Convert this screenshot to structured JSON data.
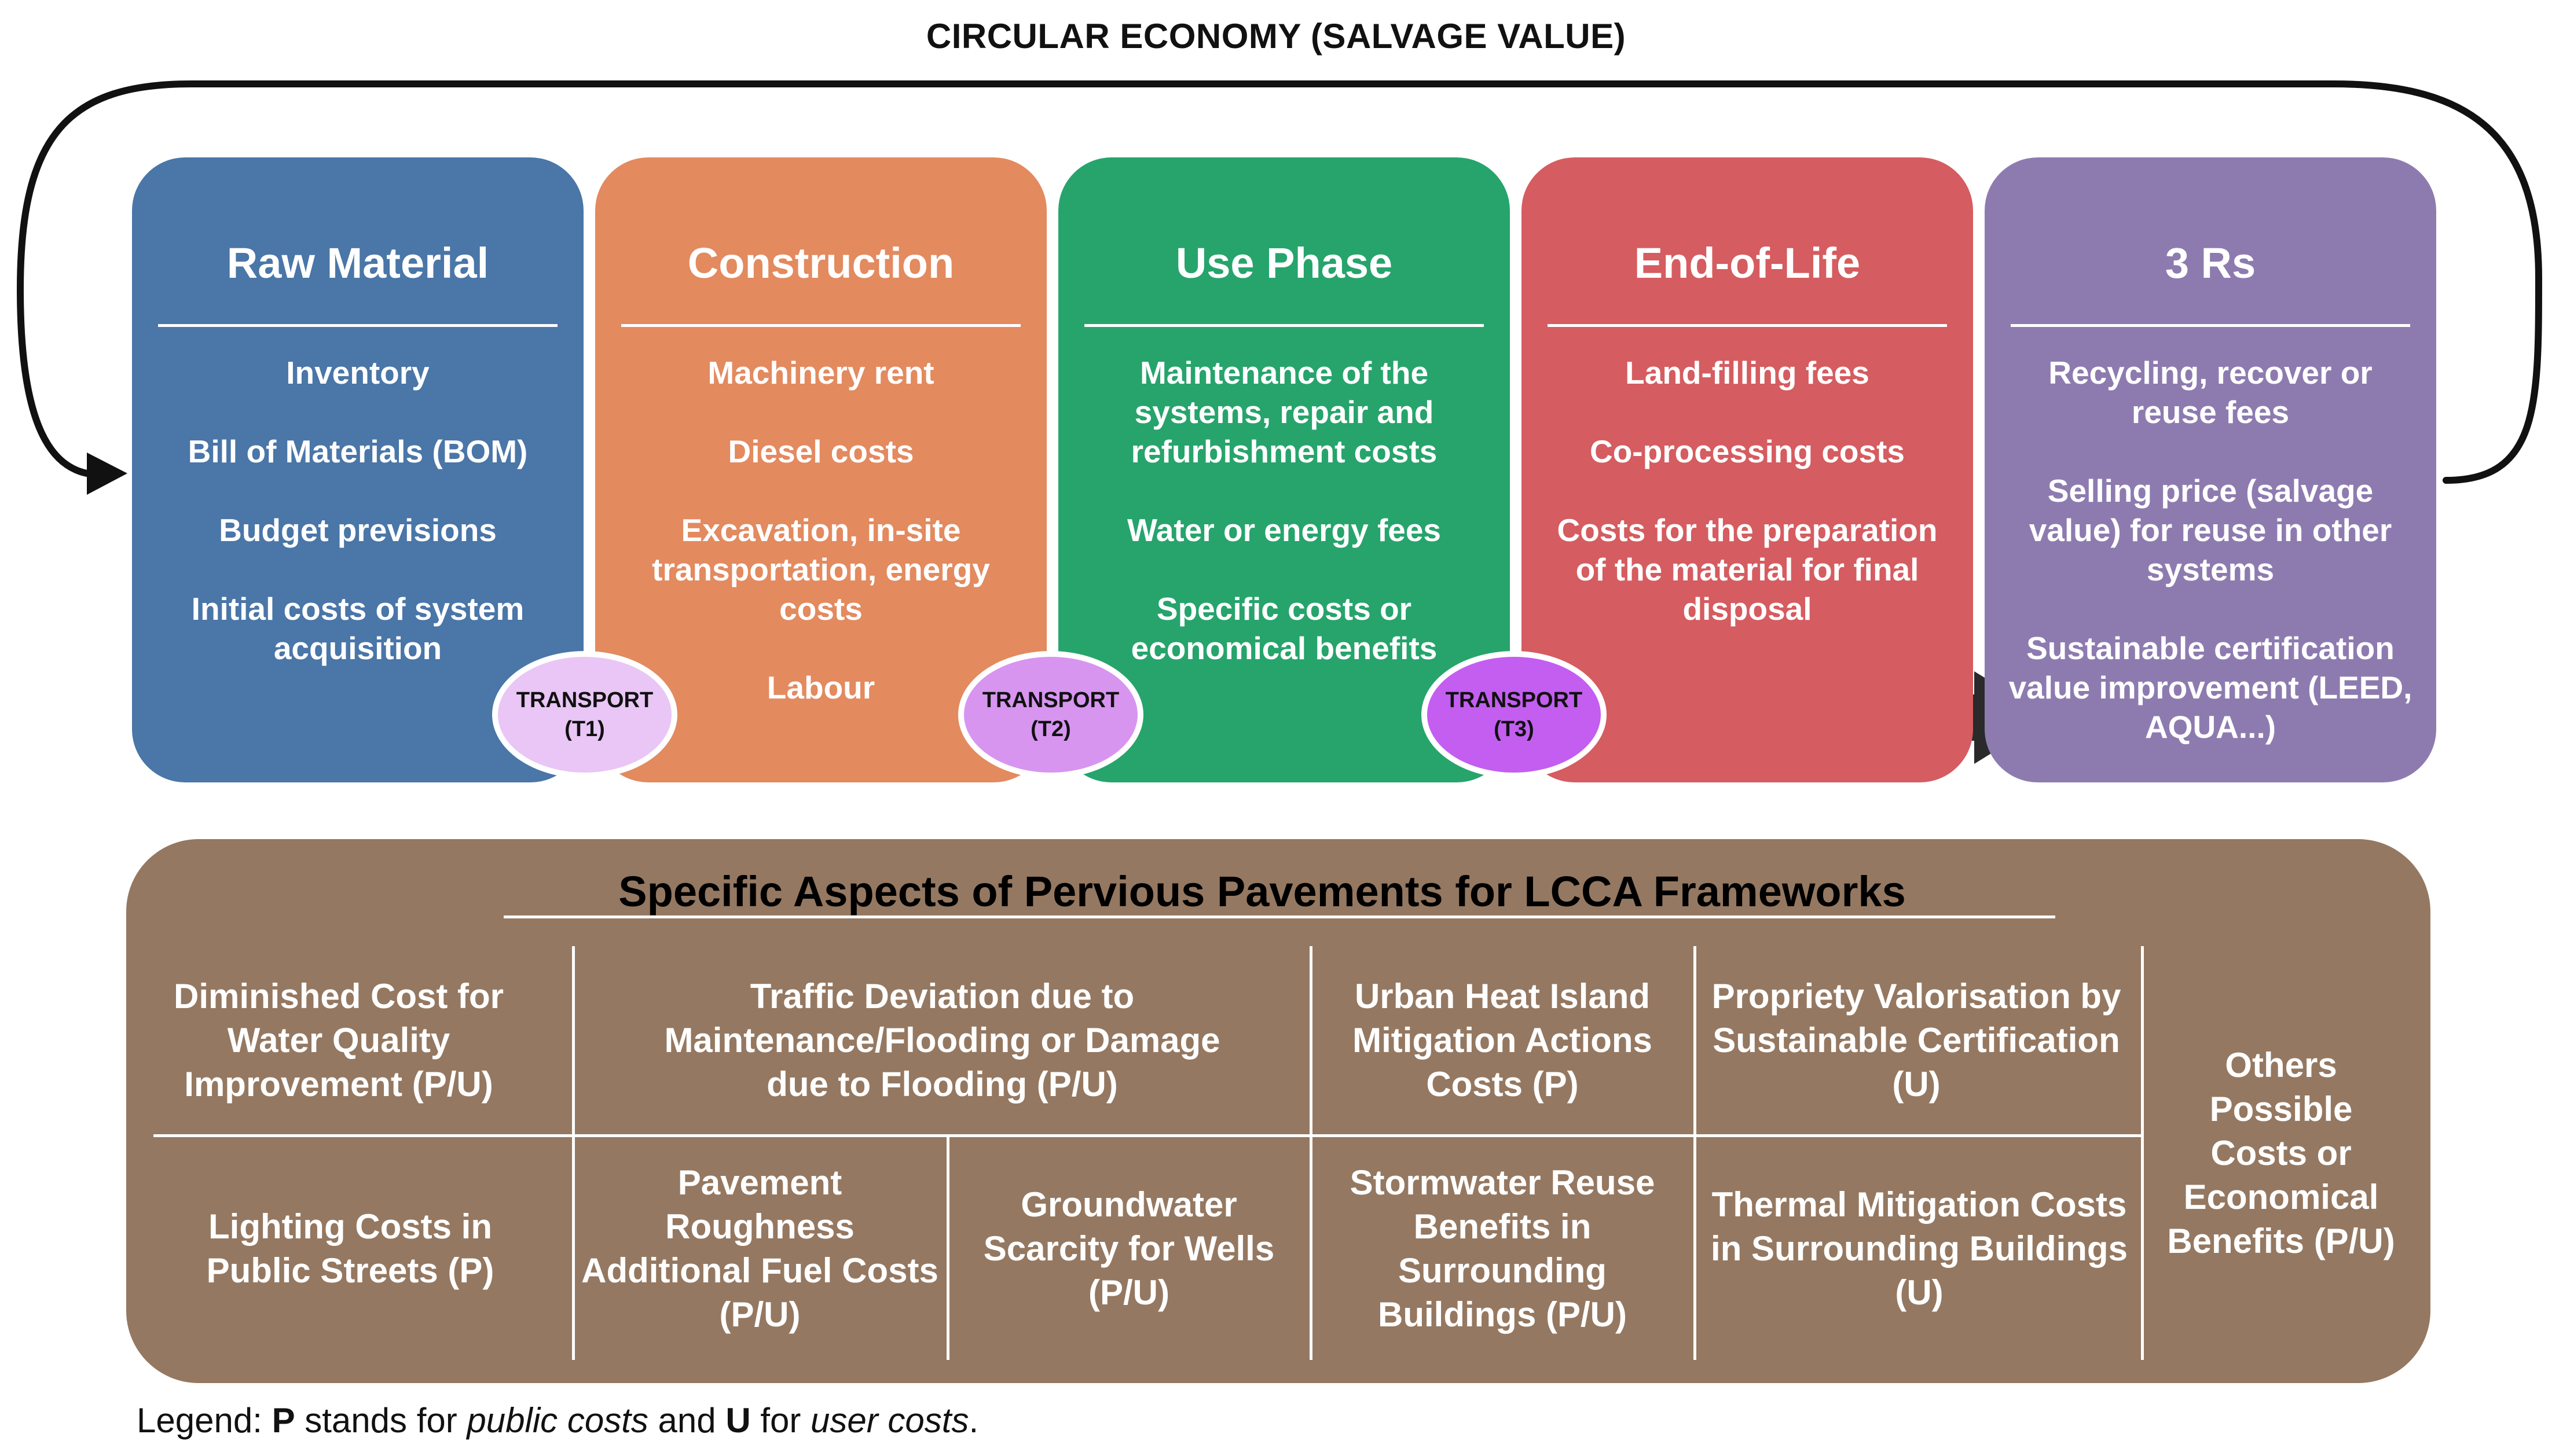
{
  "title": "CIRCULAR ECONOMY (SALVAGE VALUE)",
  "stages": [
    {
      "title": "Raw Material",
      "color": "#4a76a8",
      "items": [
        "Inventory",
        "Bill of Materials (BOM)",
        "Budget previsions",
        "Initial costs of system acquisition"
      ]
    },
    {
      "title": "Construction",
      "color": "#e38a5f",
      "items": [
        "Machinery rent",
        "Diesel costs",
        "Excavation, in-site transportation, energy costs",
        "Labour"
      ]
    },
    {
      "title": "Use Phase",
      "color": "#26a46c",
      "items": [
        "Maintenance of the systems, repair and refurbishment costs",
        "Water or energy fees",
        "Specific costs or economical benefits"
      ]
    },
    {
      "title": "End-of-Life",
      "color": "#d55c60",
      "items": [
        "Land-filling fees",
        "Co-processing costs",
        "Costs for the preparation of the material for final disposal"
      ]
    },
    {
      "title": "3 Rs",
      "color": "#8d7bb0",
      "items": [
        "Recycling, recover or reuse fees",
        "Selling price (salvage value) for reuse in other systems",
        "Sustainable certification value improvement (LEED, AQUA...)"
      ]
    }
  ],
  "transports": [
    {
      "label": "TRANSPORT",
      "code": "(T1)",
      "color": "#e9c6f5"
    },
    {
      "label": "TRANSPORT",
      "code": "(T2)",
      "color": "#d795f0"
    },
    {
      "label": "TRANSPORT",
      "code": "(T3)",
      "color": "#c35ef0"
    }
  ],
  "aspects": {
    "title": "Specific Aspects of Pervious Pavements for LCCA Frameworks",
    "color": "#957861",
    "cells": {
      "diminished_cost": "Diminished Cost for Water Quality Improvement (P/U)",
      "traffic_deviation": "Traffic Deviation due to Maintenance/Flooding or Damage due to Flooding (P/U)",
      "urban_heat": "Urban Heat Island Mitigation Actions Costs (P)",
      "propriety": "Propriety Valorisation by Sustainable Certification (U)",
      "others": "Others Possible Costs or Economical Benefits (P/U)",
      "lighting": "Lighting Costs in Public Streets (P)",
      "roughness": "Pavement Roughness Additional Fuel Costs (P/U)",
      "groundwater": "Groundwater Scarcity for Wells (P/U)",
      "stormwater": "Stormwater Reuse Benefits in Surrounding Buildings (P/U)",
      "thermal": "Thermal Mitigation Costs in Surrounding Buildings (U)"
    }
  },
  "legend": {
    "prefix": "Legend: ",
    "p_letter": "P",
    "p_text": " stands for ",
    "p_meaning": "public costs",
    "and_text": " and ",
    "u_letter": "U",
    "u_text": " for ",
    "u_meaning": "user costs",
    "suffix": "."
  }
}
